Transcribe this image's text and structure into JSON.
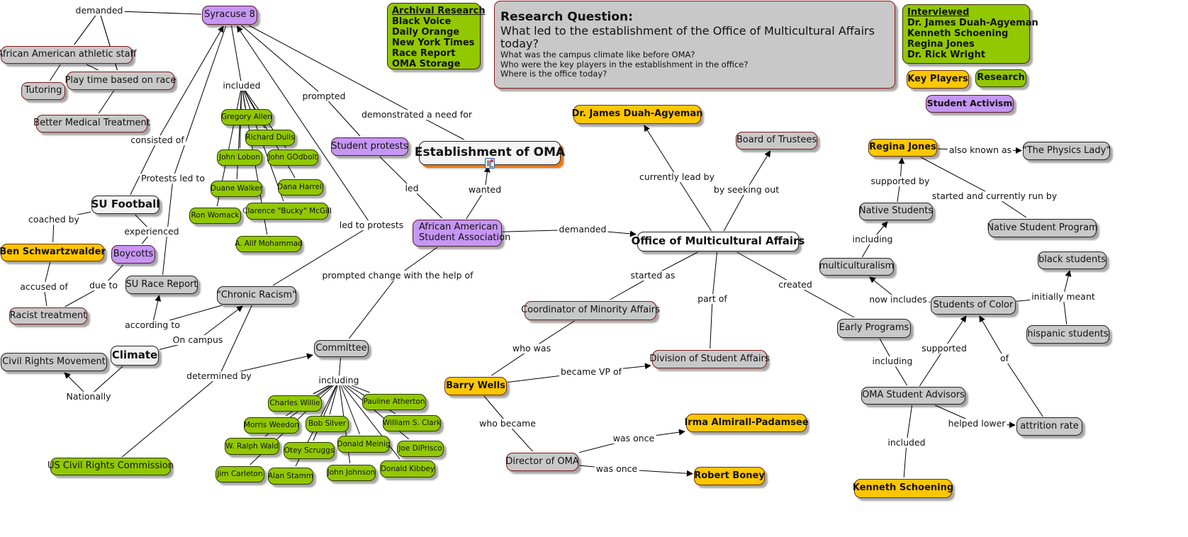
{
  "title": "Establishment of OMA",
  "colors": {
    "key_players": "#ffc700",
    "research": "#92c800",
    "student_activism": "#c696f4",
    "neutral": "#c8c8c8",
    "highlight": "#f07a10"
  },
  "legend": {
    "research_sources": {
      "header": "Archival Research",
      "items": [
        "Black Voice",
        "Daily Orange",
        "New York Times",
        "Race Report",
        "OMA Storage"
      ]
    },
    "interviewed": {
      "header": "Interviewed",
      "items": [
        "Dr. James Duah-Agyeman",
        "Kenneth Schoening",
        "Regina Jones",
        "Dr. Rick Wright"
      ]
    },
    "key_players": "Key Players",
    "research": "Research",
    "student_activism": "Student Activism"
  },
  "research_question": {
    "title": "Research Question:",
    "main": "What led to the establishment of the Office of Multicultural Affairs today?",
    "sub": [
      "What was the campus climate like before OMA?",
      "Who were the key players in the establishment in the office?",
      "Where is the office today?"
    ]
  },
  "resource_icon": "document-resource-icon",
  "nodes": [
    {
      "id": "syr8",
      "label": "Syracuse 8",
      "type": "purple"
    },
    {
      "id": "aa_staff",
      "label": "African American athletic staff",
      "type": "gray-red"
    },
    {
      "id": "tutoring",
      "label": "Tutoring",
      "type": "gray-red"
    },
    {
      "id": "playtime",
      "label": "Play time based on race",
      "type": "gray-red"
    },
    {
      "id": "medical",
      "label": "Better Medical Treatment",
      "type": "gray-red"
    },
    {
      "id": "su_football",
      "label": "SU Football",
      "type": "white"
    },
    {
      "id": "ben",
      "label": "Ben Schwartzwalder",
      "type": "yellow"
    },
    {
      "id": "boycotts",
      "label": "Boycotts",
      "type": "purple"
    },
    {
      "id": "racist",
      "label": "Racist treatment",
      "type": "gray-red"
    },
    {
      "id": "race_report",
      "label": "SU Race Report",
      "type": "gray"
    },
    {
      "id": "chronic",
      "label": "\"Chronic Racism\"",
      "type": "gray"
    },
    {
      "id": "climate",
      "label": "Climate",
      "type": "white"
    },
    {
      "id": "crm",
      "label": "Civil Rights Movement",
      "type": "gray"
    },
    {
      "id": "uscrc",
      "label": "US Civil Rights Commission",
      "type": "green-lg"
    },
    {
      "id": "committee",
      "label": "Committee",
      "type": "gray"
    },
    {
      "id": "g_allen",
      "label": "Gregory Allen",
      "type": "green"
    },
    {
      "id": "r_dulls",
      "label": "Richard Dulls",
      "type": "green"
    },
    {
      "id": "j_lobon",
      "label": "John Lobon",
      "type": "green"
    },
    {
      "id": "j_godbolt",
      "label": "John GOdbolt",
      "type": "green"
    },
    {
      "id": "d_walker",
      "label": "Duane Walker",
      "type": "green"
    },
    {
      "id": "d_harrell",
      "label": "Dana Harrell",
      "type": "green"
    },
    {
      "id": "r_womack",
      "label": "Ron Womack",
      "type": "green"
    },
    {
      "id": "c_mcgill",
      "label": "Clarence \"Bucky\" McGill",
      "type": "green"
    },
    {
      "id": "a_mohammad",
      "label": "A. Alif Mohammad",
      "type": "green"
    },
    {
      "id": "c_willie",
      "label": "Charles Willie",
      "type": "green"
    },
    {
      "id": "p_atherton",
      "label": "Pauline Atherton",
      "type": "green"
    },
    {
      "id": "m_weedon",
      "label": "Morris Weedon",
      "type": "green"
    },
    {
      "id": "b_silver",
      "label": "Bob Silver",
      "type": "green"
    },
    {
      "id": "w_clark",
      "label": "William S. Clark",
      "type": "green"
    },
    {
      "id": "w_wald",
      "label": "W. Ralph Wald",
      "type": "green"
    },
    {
      "id": "o_scruggs",
      "label": "Otey Scruggs",
      "type": "green"
    },
    {
      "id": "d_meinig",
      "label": "Donald Meinig",
      "type": "green"
    },
    {
      "id": "j_diprisco",
      "label": "Joe DiPrisco",
      "type": "green"
    },
    {
      "id": "j_carleton",
      "label": "Jim Carleton",
      "type": "green"
    },
    {
      "id": "a_stamm",
      "label": "Alan Stamm",
      "type": "green"
    },
    {
      "id": "j_johnson",
      "label": "John Johnson",
      "type": "green"
    },
    {
      "id": "d_kibbey",
      "label": "Donald Kibbey",
      "type": "green"
    },
    {
      "id": "student_protests",
      "label": "Student protests",
      "type": "purple"
    },
    {
      "id": "est_oma",
      "label": "Establishment of OMA",
      "type": "main"
    },
    {
      "id": "aasa",
      "label": "African American\nStudent Association",
      "type": "purple"
    },
    {
      "id": "oma",
      "label": "Office of Multicultural Affairs",
      "type": "oma"
    },
    {
      "id": "duah",
      "label": "Dr. James Duah-Agyeman",
      "type": "yellow"
    },
    {
      "id": "trustees",
      "label": "Board of Trustees",
      "type": "gray-red"
    },
    {
      "id": "coord",
      "label": "Coordinator of Minority Affairs",
      "type": "gray-red"
    },
    {
      "id": "dsa",
      "label": "Division of Student Affairs",
      "type": "gray-red"
    },
    {
      "id": "barry",
      "label": "Barry Wells",
      "type": "yellow"
    },
    {
      "id": "director",
      "label": "Director of OMA",
      "type": "gray-red"
    },
    {
      "id": "irma",
      "label": "Irma Almirall-Padamsee",
      "type": "yellow"
    },
    {
      "id": "boney",
      "label": "Robert Boney",
      "type": "yellow"
    },
    {
      "id": "regina",
      "label": "Regina Jones",
      "type": "yellow"
    },
    {
      "id": "physics",
      "label": "\"The Physics Lady\"",
      "type": "gray"
    },
    {
      "id": "native_students",
      "label": "Native Students",
      "type": "gray"
    },
    {
      "id": "nsp",
      "label": "Native Student Program",
      "type": "gray"
    },
    {
      "id": "multi",
      "label": "multiculturalism",
      "type": "gray"
    },
    {
      "id": "black_students",
      "label": "black students",
      "type": "gray"
    },
    {
      "id": "soc",
      "label": "Students of Color",
      "type": "gray"
    },
    {
      "id": "hispanic",
      "label": "hispanic students",
      "type": "gray"
    },
    {
      "id": "early",
      "label": "Early Programs",
      "type": "gray"
    },
    {
      "id": "advisors",
      "label": "OMA Student Advisors",
      "type": "gray"
    },
    {
      "id": "attrition",
      "label": "attrition rate",
      "type": "gray"
    },
    {
      "id": "kenneth",
      "label": "Kenneth Schoening",
      "type": "yellow"
    }
  ],
  "links": [
    {
      "id": "l_demanded1",
      "label": "demanded"
    },
    {
      "id": "l_included1",
      "label": "included"
    },
    {
      "id": "l_prompted",
      "label": "prompted"
    },
    {
      "id": "l_need",
      "label": "demonstrated a need for"
    },
    {
      "id": "l_consisted",
      "label": "consisted of"
    },
    {
      "id": "l_protests_led",
      "label": "Protests led to"
    },
    {
      "id": "l_led_protests",
      "label": "led to protests"
    },
    {
      "id": "l_coached",
      "label": "coached by"
    },
    {
      "id": "l_experienced",
      "label": "experienced"
    },
    {
      "id": "l_accused",
      "label": "accused of"
    },
    {
      "id": "l_dueto",
      "label": "due to"
    },
    {
      "id": "l_according",
      "label": "according to"
    },
    {
      "id": "l_oncampus",
      "label": "On campus"
    },
    {
      "id": "l_nationally",
      "label": "Nationally"
    },
    {
      "id": "l_determined",
      "label": "determined by"
    },
    {
      "id": "l_including1",
      "label": "including"
    },
    {
      "id": "l_led",
      "label": "led"
    },
    {
      "id": "l_wanted",
      "label": "wanted"
    },
    {
      "id": "l_prompted_change",
      "label": "prompted change with the help of"
    },
    {
      "id": "l_demanded2",
      "label": "demanded"
    },
    {
      "id": "l_lead_by",
      "label": "currently lead by"
    },
    {
      "id": "l_seeking",
      "label": "by seeking out"
    },
    {
      "id": "l_started_as",
      "label": "started as"
    },
    {
      "id": "l_part_of",
      "label": "part of"
    },
    {
      "id": "l_created",
      "label": "created"
    },
    {
      "id": "l_who_was",
      "label": "who was"
    },
    {
      "id": "l_vp",
      "label": "became VP of"
    },
    {
      "id": "l_who_became",
      "label": "who became"
    },
    {
      "id": "l_was_once1",
      "label": "was once"
    },
    {
      "id": "l_was_once2",
      "label": "was once"
    },
    {
      "id": "l_aka",
      "label": "also known as"
    },
    {
      "id": "l_supported_by",
      "label": "supported by"
    },
    {
      "id": "l_started_run",
      "label": "started and currently run by"
    },
    {
      "id": "l_including2",
      "label": "including"
    },
    {
      "id": "l_now_includes",
      "label": "now includes"
    },
    {
      "id": "l_initially",
      "label": "initially meant"
    },
    {
      "id": "l_including3",
      "label": "including"
    },
    {
      "id": "l_supported",
      "label": "supported"
    },
    {
      "id": "l_of",
      "label": "of"
    },
    {
      "id": "l_helped_lower",
      "label": "helped lower"
    },
    {
      "id": "l_included2",
      "label": "included"
    }
  ]
}
